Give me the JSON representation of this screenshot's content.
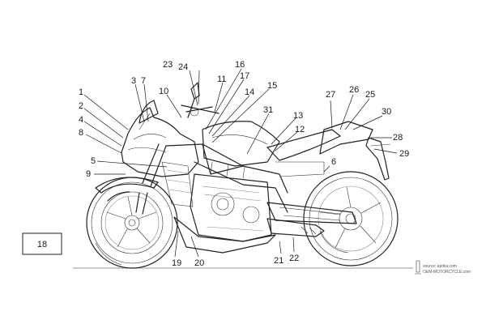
{
  "legend_box": "18",
  "source_lines": [
    "source: aprilia.com",
    "OEM-MOTORCYCLE.com"
  ],
  "callouts": [
    {
      "label": "1"
    },
    {
      "label": "2"
    },
    {
      "label": "3"
    },
    {
      "label": "4"
    },
    {
      "label": "5"
    },
    {
      "label": "6"
    },
    {
      "label": "7"
    },
    {
      "label": "8"
    },
    {
      "label": "9"
    },
    {
      "label": "10"
    },
    {
      "label": "11"
    },
    {
      "label": "12"
    },
    {
      "label": "13"
    },
    {
      "label": "14"
    },
    {
      "label": "15"
    },
    {
      "label": "16"
    },
    {
      "label": "17"
    },
    {
      "label": "19"
    },
    {
      "label": "20"
    },
    {
      "label": "21"
    },
    {
      "label": "22"
    },
    {
      "label": "23"
    },
    {
      "label": "24"
    },
    {
      "label": "25"
    },
    {
      "label": "26"
    },
    {
      "label": "27"
    },
    {
      "label": "28"
    },
    {
      "label": "29"
    },
    {
      "label": "30"
    },
    {
      "label": "31"
    }
  ]
}
